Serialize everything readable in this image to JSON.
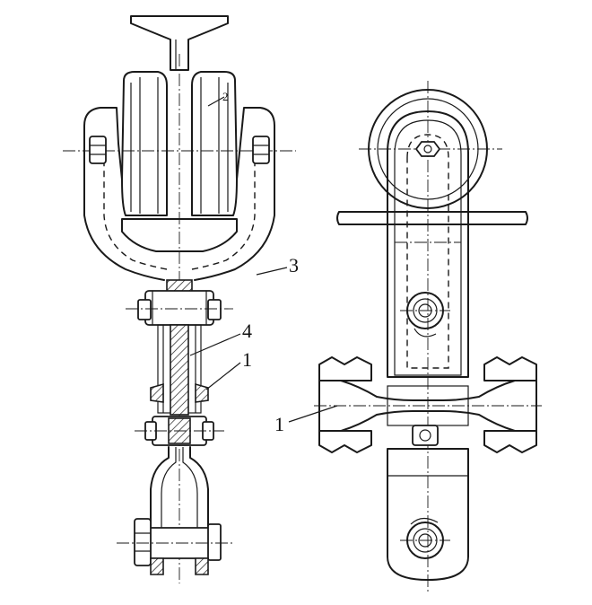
{
  "figure": {
    "callouts_left": [
      {
        "id": "2",
        "text": "2"
      },
      {
        "id": "3",
        "text": "3"
      },
      {
        "id": "4",
        "text": "4"
      },
      {
        "id": "1",
        "text": "1"
      }
    ],
    "callouts_right": [
      {
        "id": "1",
        "text": "1"
      }
    ]
  }
}
